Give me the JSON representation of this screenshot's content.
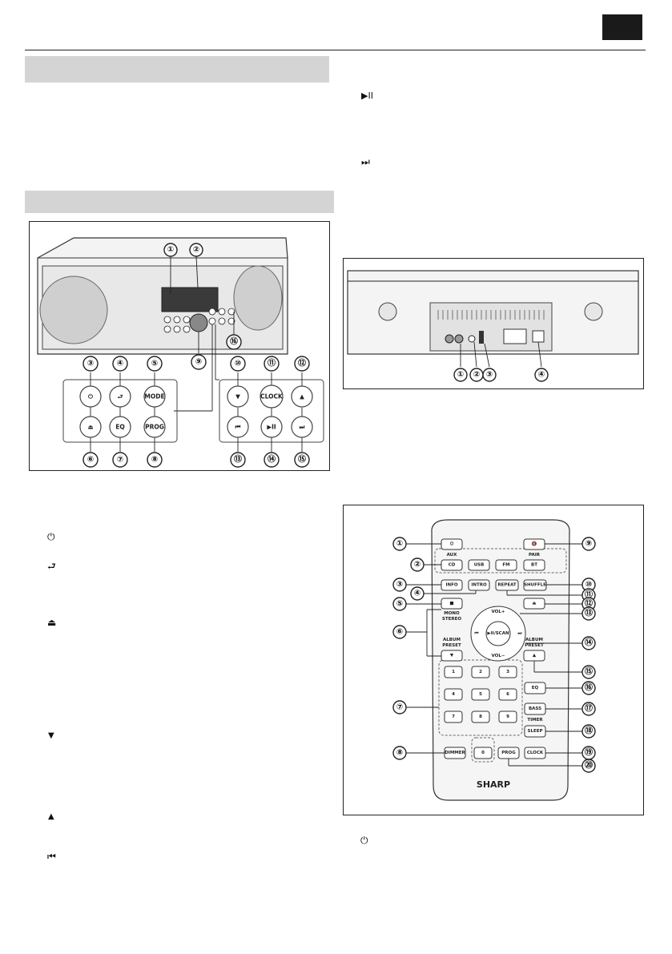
{
  "device_front": {
    "callouts": [
      "①",
      "②",
      "③",
      "④",
      "⑤",
      "⑥",
      "⑦",
      "⑧",
      "⑨",
      "⑩",
      "⑪",
      "⑫",
      "⑬",
      "⑭",
      "⑮",
      "⑯"
    ],
    "buttons": {
      "mode": "MODE",
      "eq": "EQ",
      "prog": "PROG",
      "clock": "CLOCK"
    }
  },
  "device_rear": {
    "callouts": [
      "①",
      "②",
      "③",
      "④"
    ]
  },
  "remote": {
    "callouts": [
      "①",
      "②",
      "③",
      "④",
      "⑤",
      "⑥",
      "⑦",
      "⑧",
      "⑨",
      "⑩",
      "⑪",
      "⑫",
      "⑬",
      "⑭",
      "⑮",
      "⑯",
      "⑰",
      "⑱",
      "⑲",
      "⑳"
    ],
    "labels": {
      "aux": "AUX",
      "pair": "PAIR",
      "cd": "CD",
      "usb": "USB",
      "fm": "FM",
      "bt": "BT",
      "info": "INFO",
      "intro": "INTRO",
      "repeat": "REPEAT",
      "shuffle": "SHUFFLE",
      "mono_stereo_1": "MONO",
      "mono_stereo_2": "STEREO",
      "vol_up": "VOL+",
      "vol_down": "VOL−",
      "play_scan": "▶II/SCAN",
      "album_preset_1": "ALBUM",
      "album_preset_2": "PRESET",
      "eq": "EQ",
      "bass": "BASS",
      "timer": "TIMER",
      "sleep": "SLEEP",
      "dimmer": "DIMMER",
      "prog": "PROG",
      "clock": "CLOCK",
      "brand": "SHARP",
      "digits": [
        "1",
        "2",
        "3",
        "4",
        "5",
        "6",
        "7",
        "8",
        "9",
        "0"
      ]
    }
  },
  "left_column_icons": [
    "⏻",
    "⮐",
    "⏏",
    "▼",
    "▲",
    "⏮"
  ],
  "right_column_icons": [
    "▶II",
    "⏭",
    "⏻"
  ]
}
